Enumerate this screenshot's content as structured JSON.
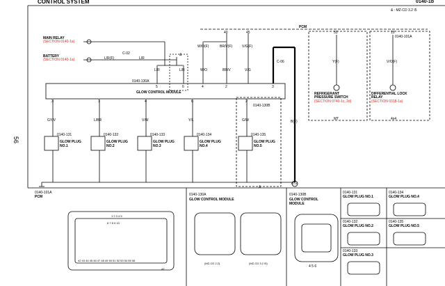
{
  "header": {
    "title": "CONTROL SYSTEM",
    "page_ref": "0140-1b",
    "model_note": "& : MZ-CD 3.2 I5",
    "page_number": "56"
  },
  "inputs": {
    "main_relay": {
      "name": "MAIN RELAY",
      "ref": "(SECTION 0140-1a)"
    },
    "battery": {
      "name": "BATTERY",
      "ref": "(SECTION 0140-1a)"
    }
  },
  "bus": {
    "label": "PCM",
    "connector": "0140-101A",
    "pins": [
      "40",
      "45",
      "33",
      "15"
    ]
  },
  "wires": {
    "battery_wire": "L/R(F)",
    "c02": "C-02",
    "battery_wire_2": "L/R",
    "pcm_wo": "W/O(F)",
    "pcm_brv": "BR/V(F)",
    "pcm_vg": "V/G(F)",
    "lr_a": "L/R",
    "lr_b": "L/R",
    "wo": "W/O",
    "brv": "BR/V",
    "vg": "V/G",
    "c06": "C-06",
    "yf": "Y(F)",
    "vof": "V/O(F)",
    "bf": "B(F)",
    "mt": "MT",
    "x4": "4x4",
    "amp": "&",
    "g01": "G-01"
  },
  "module_pins": {
    "top": [
      "5",
      "6",
      "4",
      "2",
      "3"
    ],
    "bottom": [
      "3",
      "1",
      "4",
      "6",
      "2"
    ]
  },
  "gcm": {
    "label": "GLOW CONTROL MODULE",
    "connector_a": "0140-130A",
    "connector_b": "0140-130B"
  },
  "components": {
    "pressure_switch": {
      "name": "REFRIGERANT",
      "name2": "PRESSURE SWITCH",
      "ref": "(SECTION 0740-1c, 2d)"
    },
    "diff_relay": {
      "name": "DIFFERENTIAL LOCK",
      "name2": "RELAY",
      "ref": "(SECTION 0318-1a)"
    }
  },
  "plug_wires": [
    "GY/V",
    "L/BR",
    "V/W",
    "Y/L",
    "G/W"
  ],
  "plugs": [
    {
      "connector": "0140-131",
      "line1": "GLOW PLUG",
      "line2": "NO.1"
    },
    {
      "connector": "0140-132",
      "line1": "GLOW PLUG",
      "line2": "NO.2"
    },
    {
      "connector": "0140-133",
      "line1": "GLOW PLUG",
      "line2": "NO.3"
    },
    {
      "connector": "0140-134",
      "line1": "GLOW PLUG",
      "line2": "NO.4"
    },
    {
      "connector": "0140-135",
      "line1": "GLOW PLUG",
      "line2": "NO.5"
    }
  ],
  "bottom": {
    "pcm": {
      "connector": "0140-101A",
      "name": "PCM",
      "row1": "1 2 3 4 5",
      "row2": "6 7 8 9 10",
      "row_last": "42 43 44 45 46 47 48 49 50 51 52 53 54 55 56",
      "at": "AT"
    },
    "gcm_a": {
      "connector": "0140-130A",
      "name": "GLOW CONTROL MODULE",
      "note1": "(MZ-CD 2.2)",
      "note2": "(MZ-CD 3.2 I5)"
    },
    "gcm_b": {
      "connector": "0140-130B",
      "name1": "GLOW CONTROL",
      "name2": "MODULE",
      "pins": "4 5 6"
    },
    "plug_conns": [
      {
        "connector": "0140-131",
        "name": "GLOW PLUG NO.1"
      },
      {
        "connector": "0140-132",
        "name": "GLOW PLUG NO.2"
      },
      {
        "connector": "0140-133",
        "name": "GLOW PLUG NO.3"
      },
      {
        "connector": "0140-134",
        "name": "GLOW PLUG NO.4"
      },
      {
        "connector": "0140-135",
        "name": "GLOW PLUG NO.5"
      }
    ]
  }
}
